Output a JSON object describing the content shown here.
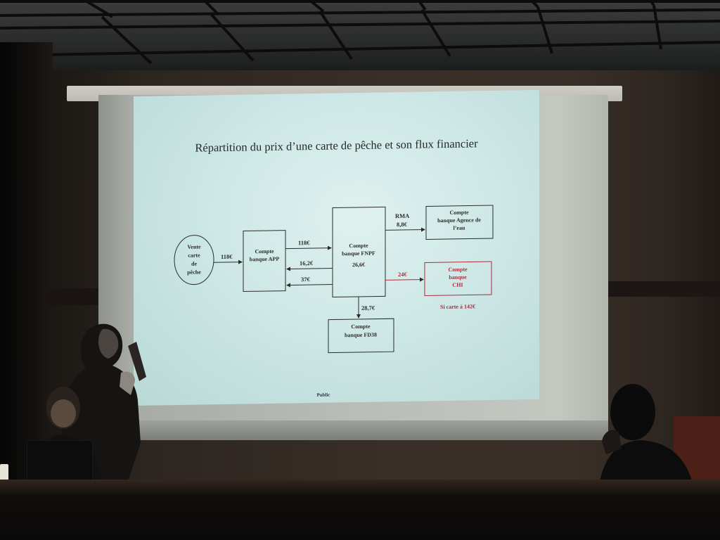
{
  "slide": {
    "title": "Répartition du prix d’une carte de pêche et son flux financier",
    "footer": "Public",
    "nodes": {
      "vente": [
        "Vente",
        "carte",
        "de",
        "pêche"
      ],
      "app": [
        "Compte",
        "banque APP"
      ],
      "fnpf": [
        "Compte",
        "banque FNPF",
        "26,6€"
      ],
      "agence": [
        "Compte",
        "banque Agence de",
        "l’eau"
      ],
      "chi": [
        "Compte",
        "banque",
        "CHI"
      ],
      "fd38": [
        "Compte",
        "banque FD38"
      ]
    },
    "edges": {
      "vente_app": "118€",
      "app_fnpf": "118€",
      "fnpf_app_1": "16,2€",
      "fnpf_app_2": "37€",
      "fnpf_agence_label": "RMA",
      "fnpf_agence_value": "8,8€",
      "fnpf_chi": "24€",
      "fnpf_fd38": "28,7€"
    },
    "chi_note": "Si carte à 142€",
    "colors": {
      "text": "#2b2b2b",
      "highlight": "#b0283a",
      "background": "#d6ecea"
    }
  }
}
